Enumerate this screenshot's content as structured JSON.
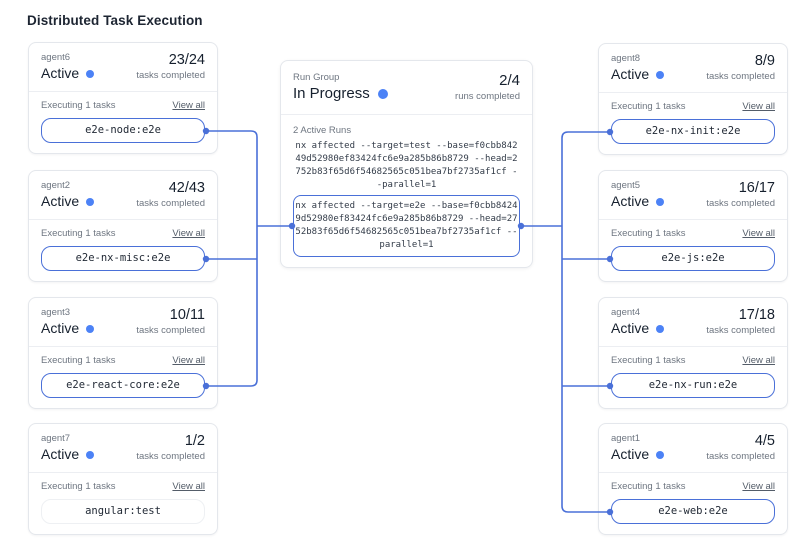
{
  "title": "Distributed Task Execution",
  "colors": {
    "accent": "#4a70d8",
    "status_dot": "#4c82f6"
  },
  "left_agents": [
    {
      "name": "agent6",
      "status": "Active",
      "count": "23/24",
      "count_label": "tasks completed",
      "executing_label": "Executing 1 tasks",
      "view_all_label": "View all",
      "task": "e2e-node:e2e",
      "highlighted": true
    },
    {
      "name": "agent2",
      "status": "Active",
      "count": "42/43",
      "count_label": "tasks completed",
      "executing_label": "Executing 1 tasks",
      "view_all_label": "View all",
      "task": "e2e-nx-misc:e2e",
      "highlighted": true
    },
    {
      "name": "agent3",
      "status": "Active",
      "count": "10/11",
      "count_label": "tasks completed",
      "executing_label": "Executing 1 tasks",
      "view_all_label": "View all",
      "task": "e2e-react-core:e2e",
      "highlighted": true
    },
    {
      "name": "agent7",
      "status": "Active",
      "count": "1/2",
      "count_label": "tasks completed",
      "executing_label": "Executing 1 tasks",
      "view_all_label": "View all",
      "task": "angular:test",
      "highlighted": false
    }
  ],
  "right_agents": [
    {
      "name": "agent8",
      "status": "Active",
      "count": "8/9",
      "count_label": "tasks completed",
      "executing_label": "Executing 1 tasks",
      "view_all_label": "View all",
      "task": "e2e-nx-init:e2e",
      "highlighted": true
    },
    {
      "name": "agent5",
      "status": "Active",
      "count": "16/17",
      "count_label": "tasks completed",
      "executing_label": "Executing 1 tasks",
      "view_all_label": "View all",
      "task": "e2e-js:e2e",
      "highlighted": true
    },
    {
      "name": "agent4",
      "status": "Active",
      "count": "17/18",
      "count_label": "tasks completed",
      "executing_label": "Executing 1 tasks",
      "view_all_label": "View all",
      "task": "e2e-nx-run:e2e",
      "highlighted": true
    },
    {
      "name": "agent1",
      "status": "Active",
      "count": "4/5",
      "count_label": "tasks completed",
      "executing_label": "Executing 1 tasks",
      "view_all_label": "View all",
      "task": "e2e-web:e2e",
      "highlighted": true
    }
  ],
  "run_group": {
    "label": "Run Group",
    "status": "In Progress",
    "count": "2/4",
    "count_label": "runs completed",
    "active_runs_label": "2 Active Runs",
    "commands": [
      {
        "text": "nx affected --target=test --base=f0cbb84249d52980ef83424fc6e9a285b86b8729 --head=2752b83f65d6f54682565c051bea7bf2735af1cf --parallel=1",
        "highlighted": false
      },
      {
        "text": "nx affected --target=e2e --base=f0cbb84249d52980ef83424fc6e9a285b86b8729 --head=2752b83f65d6f54682565c051bea7bf2735af1cf --parallel=1",
        "highlighted": true
      }
    ]
  }
}
